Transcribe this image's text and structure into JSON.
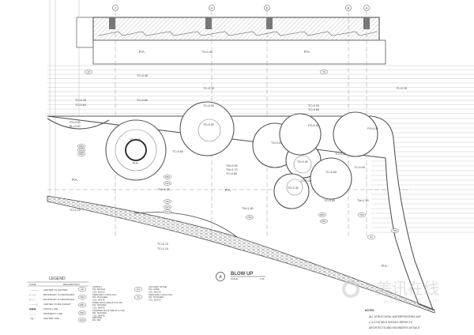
{
  "grid_columns": [
    "J",
    "H",
    "E",
    "B",
    "A"
  ],
  "area_labels": {
    "pa": "P.A."
  },
  "levels": {
    "top_left": [
      "TC=0.45",
      "FL=0.30",
      "TC=0.60"
    ],
    "top_mid": [
      "TS=0.45",
      "TC=0.45",
      "FL=0.30"
    ],
    "row": [
      "TC=0.60",
      "TC=0.60",
      "TC=0.30",
      "TC=0.65",
      "FS=0.30",
      "BL=0.20"
    ],
    "circles": [
      "TS=2.30",
      "TS=0.30",
      "FS=0.30",
      "TS=0.30",
      "TS=0.30",
      "TS=2.30",
      "FS=0.30"
    ],
    "misc": [
      "TC=0.80",
      "TW=2.05",
      "TW=1.70",
      "TC=0.80",
      "TW=1.65",
      "TC=0.85",
      "TC=0.60",
      "TC=1.00",
      "TW=1.80",
      "TW=1.50",
      "TC=0.65",
      "TC=0.40",
      "TC=1.10",
      "TC=0.70",
      "TC=1.10"
    ]
  },
  "material_tags": [
    "AP",
    "TR2",
    "PB1",
    "PB2",
    "SG3",
    "SV",
    "TS"
  ],
  "legend": {
    "title": "LEGEND",
    "col_symbol": "CODE",
    "col_desc": "DESCRIPTION",
    "items": [
      {
        "symbol": "←——→",
        "label": "CENTER TO CENTER"
      },
      {
        "symbol": "|——|",
        "label": "BOUNDARY TO BOUNDARY"
      },
      {
        "symbol": "|——→",
        "label": "BOUNDARY TO BOUNDARY"
      },
      {
        "symbol": "←——|",
        "label": "CENTER TO BOUNDARY"
      },
      {
        "symbol": "▦▦▦",
        "label": "MATCH LINE"
      },
      {
        "symbol": "— - —",
        "label": "PROPERTY LINE"
      },
      {
        "symbol": "—℄—",
        "label": "CENTER LINE"
      }
    ]
  },
  "materials": [
    {
      "tag": "AP",
      "lines": [
        "ASPHALT",
        "FIN: ROUGH",
        "COL: BLACK"
      ]
    },
    {
      "tag": "TR2",
      "lines": [
        "TERRAZZO 1 INCH THK.",
        "FIN: POLISHED",
        "COL: WHITE"
      ]
    },
    {
      "tag": "PB1",
      "lines": [
        "RIVER ROCK SIZE Ø 5-20 CM.",
        "FIN: NATURAL",
        "COL: WHITE"
      ]
    },
    {
      "tag": "PB2",
      "lines": [
        "CRAPPED ROCK SIZE Ø 1-2 CM.",
        "FIN: NATURAL",
        "COL: WHITE"
      ]
    },
    {
      "tag": "SG3",
      "lines": [
        "GRANITE",
        "FIN: MIX"
      ]
    },
    {
      "tag": "SV",
      "lines": [
        "VALCANIC STONE",
        "FIN: HONE",
        "COL: BLACK"
      ]
    },
    {
      "tag": "TS",
      "lines": [
        "TERRAZZO 1 INCH THK.",
        "FIN: POLISHED",
        "COL: BLACK"
      ]
    }
  ],
  "title_block": {
    "marker": "A",
    "title": "BLOW UP",
    "scale_label": "SCALE",
    "scale": "1:50"
  },
  "notes": {
    "heading": "NOTES:",
    "lines": [
      "ALL STRUCTURAL,WATERPROOFING,M/E",
      "C & S DETAILS SHOULD REFER TO",
      "ARCHITECTS AND ENGINEER'S DETAILS"
    ]
  },
  "watermark": {
    "text": "美讯在线",
    "url": "www.ms99.com"
  }
}
